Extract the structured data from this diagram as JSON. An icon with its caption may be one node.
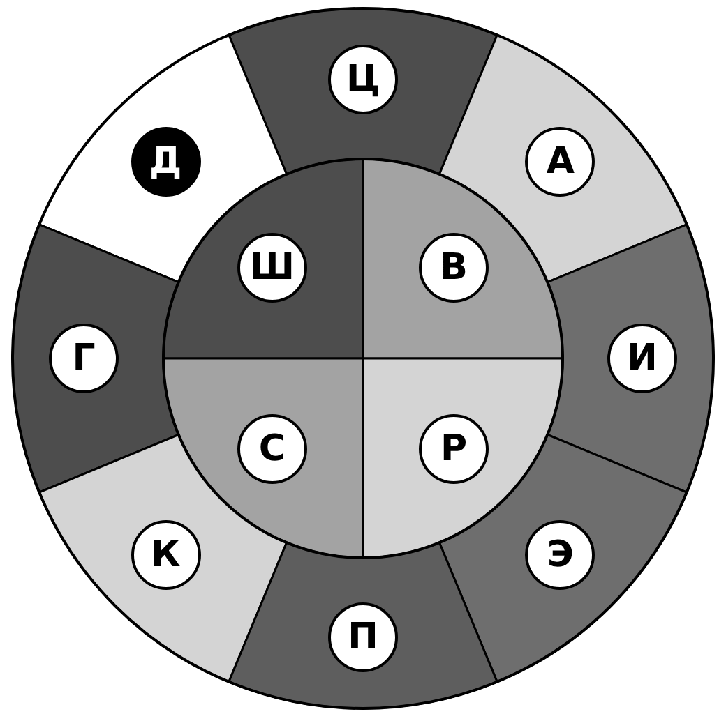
{
  "diagram": {
    "nodes": [
      {
        "text": [
          "Ц"
        ]
      },
      {
        "text": [
          "Д"
        ]
      },
      {
        "text": [
          "А"
        ]
      },
      {
        "text": [
          "Ш"
        ]
      },
      {
        "text": [
          "В"
        ]
      },
      {
        "text": [
          "Г"
        ]
      },
      {
        "text": [
          "И"
        ]
      },
      {
        "text": [
          "С"
        ]
      },
      {
        "text": [
          "Р"
        ]
      },
      {
        "text": [
          "К"
        ]
      },
      {
        "text": [
          "Э"
        ]
      },
      {
        "text": [
          "П"
        ]
      }
    ]
  }
}
